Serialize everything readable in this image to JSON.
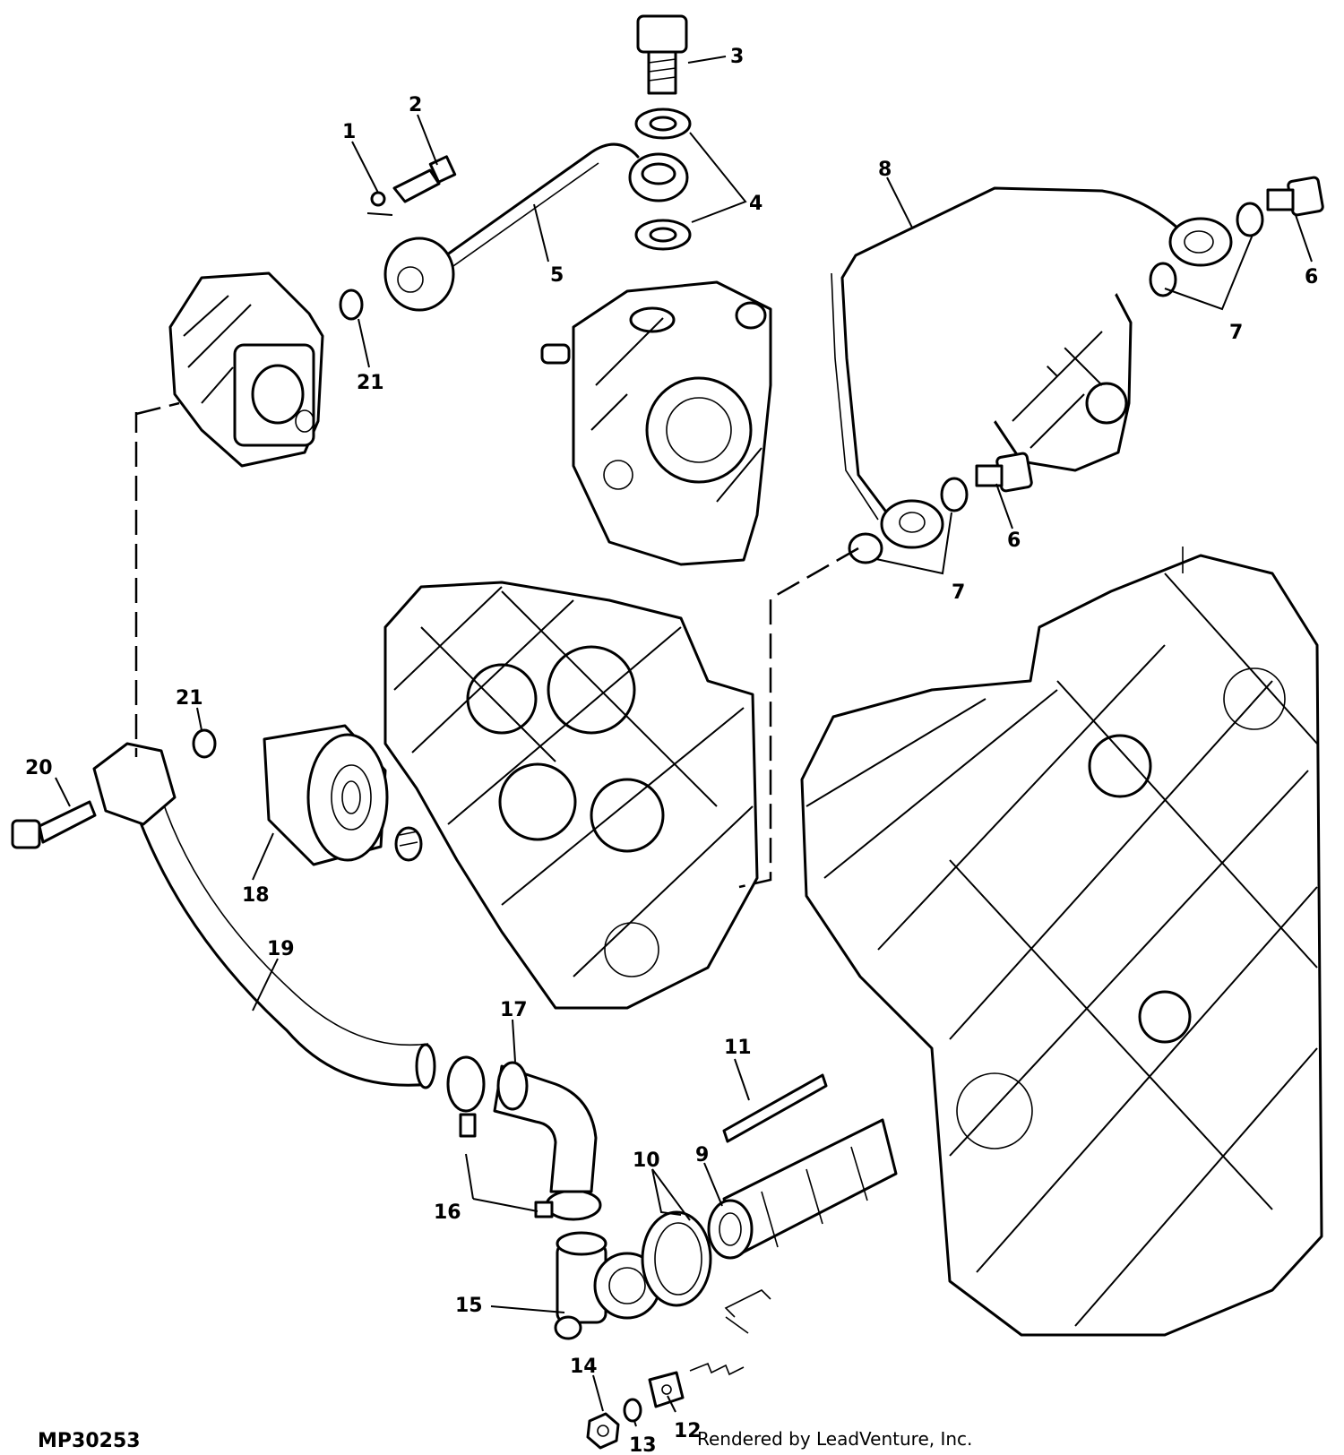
{
  "figure_id": "MP30253",
  "credit": "Rendered by LeadVenture, Inc.",
  "callouts": [
    "1",
    "2",
    "3",
    "4",
    "5",
    "6",
    "6",
    "7",
    "7",
    "8",
    "9",
    "10",
    "11",
    "12",
    "13",
    "14",
    "15",
    "16",
    "17",
    "18",
    "19",
    "20",
    "21",
    "21"
  ]
}
